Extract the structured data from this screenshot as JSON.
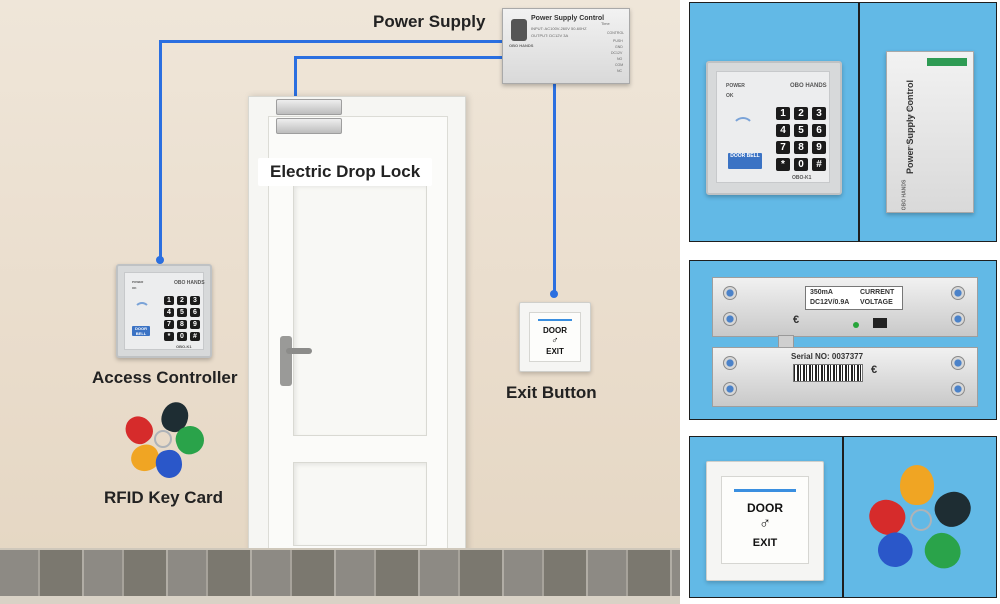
{
  "labels": {
    "power_supply": "Power Supply",
    "electric_drop_lock": "Electric Drop Lock",
    "access_controller": "Access Controller",
    "exit_button": "Exit Button",
    "rfid_key_card": "RFID Key Card"
  },
  "keypad": {
    "brand": "OBO HANDS",
    "model": "OBO-K1",
    "indicator_power": "POWER",
    "indicator_ok": "OK",
    "door_bell": "DOOR BELL",
    "keys": [
      "1",
      "2",
      "3",
      "4",
      "5",
      "6",
      "7",
      "8",
      "9",
      "*",
      "0",
      "#"
    ]
  },
  "power_supply_unit": {
    "title": "Power Supply Control",
    "brand": "OBO HANDS",
    "input": "INPUT: AC100V-260V 50-60HZ",
    "output": "OUTPUT: DC12V 3A",
    "time": "Time",
    "terminals": [
      "CONTROL",
      "PUSH",
      "GND",
      "DC12V",
      "NO",
      "COM",
      "NC"
    ]
  },
  "exit": {
    "line1": "DOOR",
    "line2": "EXIT"
  },
  "lock_panel": {
    "serial": "Serial NO: 0037377",
    "current": "CURRENT",
    "voltage": "VOLTAGE",
    "spec": "DC12V/0.9A",
    "current_value": "350mA"
  },
  "colors": {
    "wire": "#2b6fe0",
    "tile_background": "#62b9e6",
    "exit_bar": "#3a8fe0",
    "fob_colors": [
      "#f0a523",
      "#1e2d33",
      "#2aa34a",
      "#2a57c9",
      "#d62b2b"
    ]
  }
}
